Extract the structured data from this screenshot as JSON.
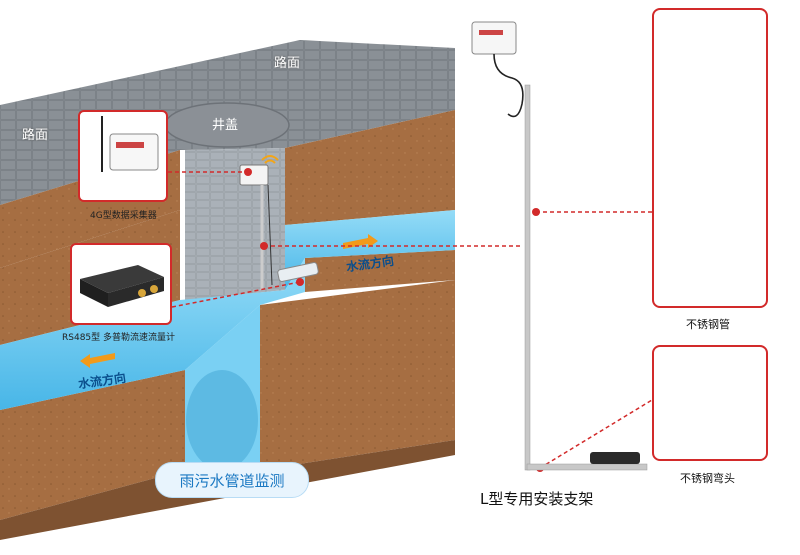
{
  "labels": {
    "road_left": "路面",
    "road_top": "路面",
    "manhole_cover": "井盖",
    "collector": "4G型数据采集器",
    "flowmeter": "RS485型 多普勒流速流量计",
    "flow_dir_right": "水流方向",
    "flow_dir_left": "水流方向",
    "system_title": "雨污水管道监测",
    "bracket_title": "L型专用安装支架",
    "pipe_label": "不锈钢管",
    "elbow_label": "不锈钢弯头"
  },
  "colors": {
    "accent_red": "#d22a2a",
    "water_blue": "#5cc4ee",
    "soil_brown": "#a36b3f",
    "paving_gray": "#8e949a",
    "flow_arrow": "#f29a1a",
    "title_blue": "#1a78c2"
  }
}
